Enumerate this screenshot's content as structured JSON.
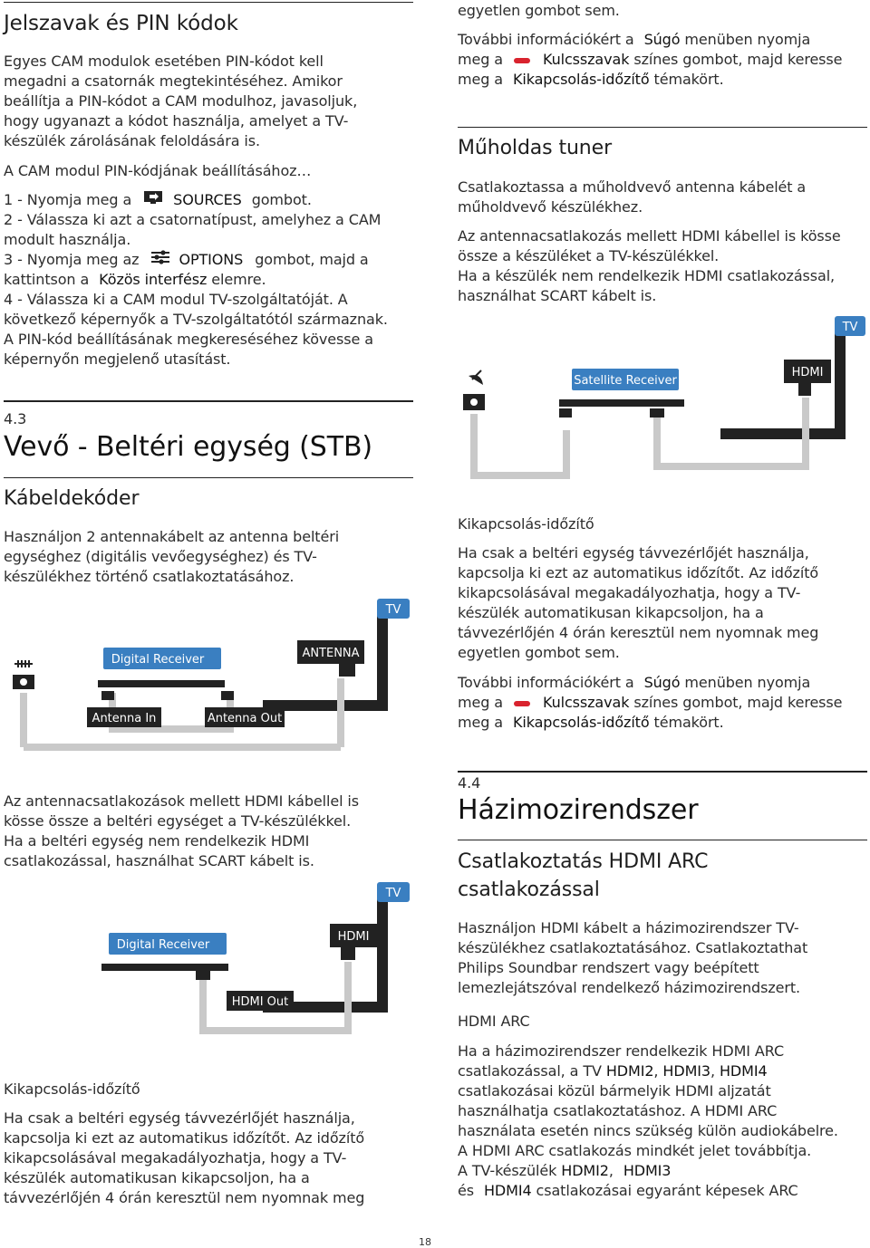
{
  "left": {
    "pin_heading": "Jelszavak és PIN kódok",
    "pin_intro": [
      "Egyes CAM modulok esetében PIN-kódot kell",
      "megadni a csatornák megtekintéséhez. Amikor",
      "beállítja a PIN-kódot a CAM modulhoz, javasoljuk,",
      "hogy ugyanazt a kódot használja, amelyet a TV-",
      "készülék zárolásának feloldására is."
    ],
    "pin_howto": "A CAM modul PIN-kódjának beállításához…",
    "step1_pre": "1 -  Nyomja meg a",
    "step1_key": "SOURCES",
    "step1_post": "gombot.",
    "step2": [
      "2 -  Válassza ki azt a csatornatípust, amelyhez a CAM",
      "modult használja."
    ],
    "step3_pre": "3 -  Nyomja meg az",
    "step3_key": "OPTIONS",
    "step3_post": "gombot, majd a",
    "step3_line2_pre": "kattintson a",
    "step3_line2_item": "Közös interfész",
    "step3_line2_post": "elemre.",
    "step4": [
      "4 -  Válassza ki a CAM modul TV-szolgáltatóját. A",
      "következő képernyők a TV-szolgáltatótól származnak.",
      "A PIN-kód beállításának megkereséséhez kövesse a",
      "képernyőn megjelenő utasítást."
    ],
    "sec_num": "4.3",
    "sec_title": "Vevő - Beltéri egység (STB)",
    "cable_heading": "Kábeldekóder",
    "cable_text": [
      "Használjon 2 antennakábelt az antenna beltéri",
      "egységhez (digitális vevőegységhez) és TV-",
      "készülékhez történő csatlakoztatásához."
    ],
    "hdmi_text": [
      "Az antennacsatlakozások mellett HDMI kábellel is",
      "kösse össze a beltéri egységet a TV-készülékkel.",
      "Ha a beltéri egység nem rendelkezik HDMI",
      "csatlakozással, használhat SCART kábelt is."
    ],
    "timer_heading": "Kikapcsolás-időzítő",
    "timer_text": [
      "Ha csak a beltéri egység távvezérlőjét használja,",
      "kapcsolja ki ezt az automatikus időzítőt. Az időzítő",
      "kikapcsolásával megakadályozhatja, hogy a TV-",
      "készülék automatikusan kikapcsoljon, ha a",
      "távvezérlőjén 4 órán keresztül nem nyomnak meg"
    ]
  },
  "right": {
    "cont_line": "egyetlen gombot sem.",
    "more1_a": "További információkért a",
    "more1_b": "Súgó",
    "more1_c": "menüben nyomja",
    "more2_a": "meg a",
    "more2_b": "Kulcsszavak",
    "more2_c": "színes gombot, majd keresse",
    "more3_a": "meg a",
    "more3_b": "Kikapcsolás-időzítő",
    "more3_c": "témakört.",
    "sat_heading": "Műholdas tuner",
    "sat_text1": [
      "Csatlakoztassa a műholdvevő antenna kábelét a",
      "műholdvevő készülékhez."
    ],
    "sat_text2": [
      "Az antennacsatlakozás mellett HDMI kábellel is kösse",
      "össze a készüléket a TV-készülékkel.",
      "Ha a készülék nem rendelkezik HDMI csatlakozással,",
      "használhat SCART kábelt is."
    ],
    "timer_heading": "Kikapcsolás-időzítő",
    "timer_text": [
      "Ha csak a beltéri egység távvezérlőjét használja,",
      "kapcsolja ki ezt az automatikus időzítőt. Az időzítő",
      "kikapcsolásával megakadályozhatja, hogy a TV-",
      "készülék automatikusan kikapcsoljon, ha a",
      "távvezérlőjén 4 órán keresztül nem nyomnak meg",
      "egyetlen gombot sem."
    ],
    "sec_num": "4.4",
    "sec_title": "Házimozirendszer",
    "arc_heading": [
      "Csatlakoztatás HDMI ARC",
      "csatlakozással"
    ],
    "arc_text": [
      "Használjon HDMI kábelt a házimozirendszer TV-",
      "készülékhez csatlakoztatásához. Csatlakoztathat",
      "Philips Soundbar rendszert vagy beépített",
      "lemezlejátszóval rendelkező házimozirendszert."
    ],
    "arc_sub": "HDMI ARC",
    "arc_p1": "Ha a házimozirendszer rendelkezik HDMI ARC",
    "arc_p2_a": "csatlakozással, a TV",
    "arc_p2_b": "HDMI2",
    "arc_p2_c": ",",
    "arc_p2_d": "HDMI3",
    "arc_p2_e": ",",
    "arc_p2_f": "HDMI4",
    "arc_p3": "csatlakozásai közül bármelyik HDMI aljzatát",
    "arc_p4": "használhatja csatlakoztatáshoz. A HDMI ARC",
    "arc_p5": "használata esetén nincs szükség külön audiokábelre.",
    "arc_p6": "A HDMI ARC csatlakozás mindkét jelet továbbítja.",
    "arc_p7_a": "A TV-készülék",
    "arc_p7_b": "HDMI2",
    "arc_p7_c": ",",
    "arc_p7_d": "HDMI3",
    "arc_p8_a": "és",
    "arc_p8_b": "HDMI4",
    "arc_p8_c": "csatlakozásai egyaránt képesek ARC"
  },
  "diagrams": {
    "sat": {
      "receiver": "Satellite Receiver",
      "tv": "TV",
      "port": "HDMI"
    },
    "cable": {
      "receiver": "Digital Receiver",
      "tv": "TV",
      "port": "ANTENNA",
      "ant_in": "Antenna In",
      "ant_out": "Antenna Out"
    },
    "hdmi": {
      "receiver": "Digital Receiver",
      "tv": "TV",
      "port": "HDMI",
      "out": "HDMI Out"
    }
  },
  "page_number": "18",
  "colors": {
    "accent_blue": "#3a7fc1",
    "cable_gray": "#c9c9c9",
    "dark": "#222222",
    "red_key": "#d9232e"
  }
}
